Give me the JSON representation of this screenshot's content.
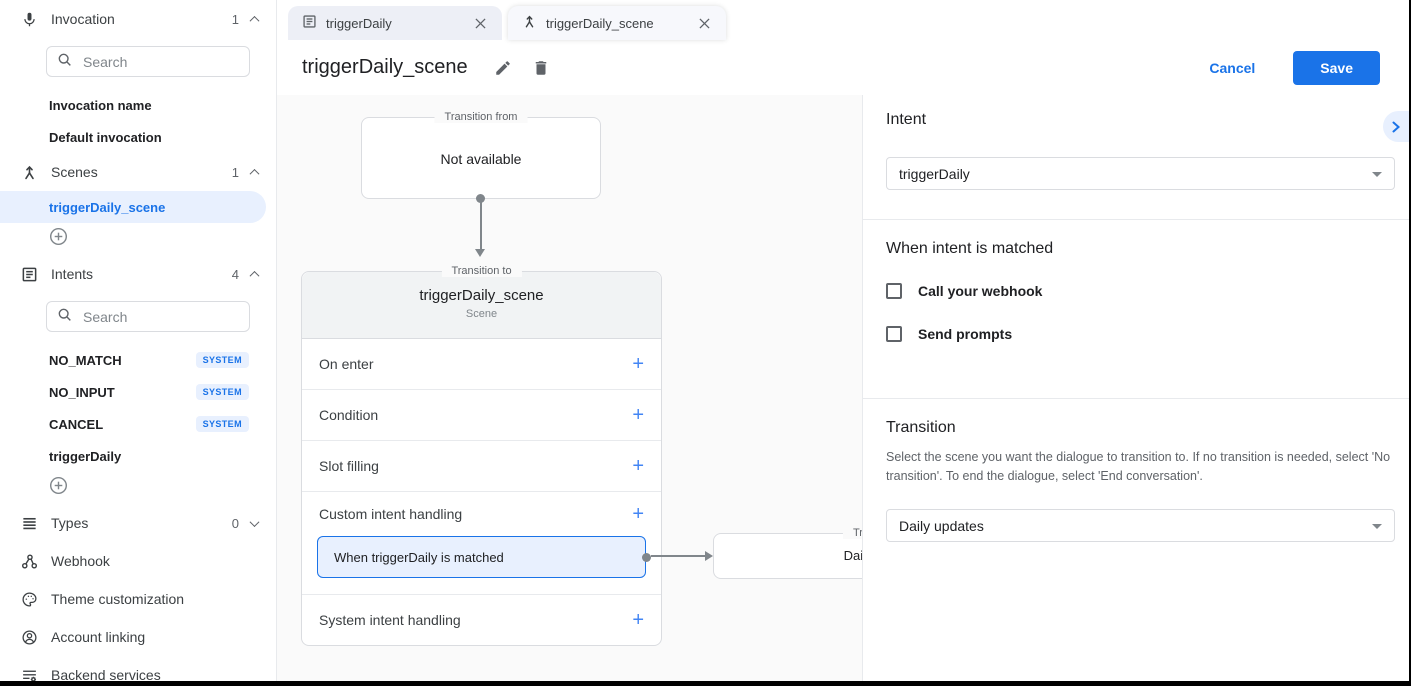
{
  "sidebar": {
    "search_placeholder": "Search",
    "sections": {
      "invocation": {
        "label": "Invocation",
        "count": "1"
      },
      "scenes": {
        "label": "Scenes",
        "count": "1"
      },
      "intents": {
        "label": "Intents",
        "count": "4"
      },
      "types": {
        "label": "Types",
        "count": "0"
      },
      "webhook": {
        "label": "Webhook"
      },
      "theme": {
        "label": "Theme customization"
      },
      "account": {
        "label": "Account linking"
      },
      "backend": {
        "label": "Backend services"
      }
    },
    "invocation_items": [
      {
        "label": "Invocation name"
      },
      {
        "label": "Default invocation"
      }
    ],
    "scene_items": [
      {
        "label": "triggerDaily_scene"
      }
    ],
    "intent_items": [
      {
        "label": "NO_MATCH",
        "badge": "SYSTEM"
      },
      {
        "label": "NO_INPUT",
        "badge": "SYSTEM"
      },
      {
        "label": "CANCEL",
        "badge": "SYSTEM"
      },
      {
        "label": "triggerDaily",
        "badge": ""
      }
    ]
  },
  "tabs": [
    {
      "label": "triggerDaily"
    },
    {
      "label": "triggerDaily_scene"
    }
  ],
  "header": {
    "title": "triggerDaily_scene",
    "cancel_label": "Cancel",
    "save_label": "Save"
  },
  "canvas": {
    "transition_from": {
      "label": "Transition from",
      "value": "Not available"
    },
    "transition_to": {
      "label": "Transition to",
      "title": "triggerDaily_scene",
      "subtitle": "Scene",
      "rows": [
        {
          "label": "On enter"
        },
        {
          "label": "Condition"
        },
        {
          "label": "Slot filling"
        },
        {
          "label": "Custom intent handling"
        },
        {
          "label": "System intent handling"
        }
      ],
      "highlighted_item": "When triggerDaily is matched"
    },
    "next_box": {
      "label": "Transition to",
      "value": "Daily updates"
    }
  },
  "panel": {
    "intent": {
      "heading": "Intent",
      "value": "triggerDaily"
    },
    "matched": {
      "heading": "When intent is matched",
      "checkboxes": [
        {
          "label": "Call your webhook"
        },
        {
          "label": "Send prompts"
        }
      ]
    },
    "transition": {
      "heading": "Transition",
      "description": "Select the scene you want the dialogue to transition to. If no transition is needed, select 'No transition'. To end the dialogue, select 'End conversation'.",
      "value": "Daily updates"
    }
  },
  "ui": {
    "plus": "+"
  },
  "colors": {
    "accent": "#1a73e8",
    "selected_bg": "#e8f0fe",
    "badge_bg": "#e8f0fe",
    "badge_text": "#1a73e8",
    "canvas_bg": "#fafafa",
    "scene_header_bg": "#f1f3f4"
  }
}
